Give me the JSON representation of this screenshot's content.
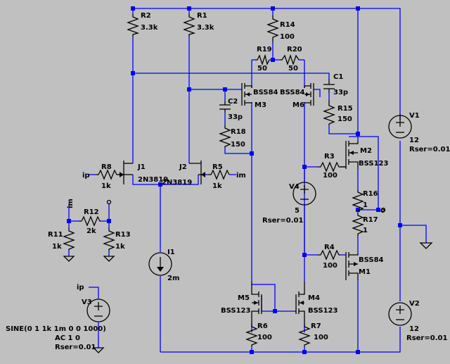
{
  "labels": {
    "r2": "R2",
    "r2_value": "3.3k",
    "r1": "R1",
    "r1_value": "3.3k",
    "r14": "R14",
    "r14_value": "100",
    "r19": "R19",
    "r19_value": "50",
    "r20": "R20",
    "r20_value": "50",
    "c1": "C1",
    "c1_value": "33p",
    "m3_model": "BSS84",
    "m3": "M3",
    "m6_model": "BSS84",
    "m6": "M6",
    "c2": "C2",
    "c2_value": "33p",
    "r15": "R15",
    "r15_value": "150",
    "r18": "R18",
    "r18_value": "150",
    "v1": "V1",
    "v1_value": "12",
    "v1_rser": "Rser=0.01",
    "m2": "M2",
    "m2_model": "BSS123",
    "r3": "R3",
    "r3_value": "100",
    "j1": "J1",
    "j1_model": "2N3819",
    "j2": "J2",
    "j2_model": "2N3819",
    "r8": "R8",
    "r8_value": "1k",
    "r5": "R5",
    "r5_value": "1k",
    "ip": "ip",
    "im": "im",
    "v4": "V4",
    "v4_value": "5",
    "v4_rser": "Rser=0.01",
    "r16": "R16",
    "r16_value": "1",
    "out": "o",
    "r17": "R17",
    "r17_value": "1",
    "im_node": "im",
    "r12": "R12",
    "r12_value": "2k",
    "r11": "R11",
    "r11_value": "1k",
    "r13": "R13",
    "r13_value": "1k",
    "i1": "I1",
    "i1_value": "2m",
    "r4": "R4",
    "r4_value": "100",
    "m1_model": "BSS84",
    "m1": "M1",
    "ip_v3": "ip",
    "m5": "M5",
    "m5_model": "BSS123",
    "m4": "M4",
    "m4_model": "BSS123",
    "v3": "V3",
    "v2": "V2",
    "v2_value": "12",
    "v2_rser": "Rser=0.01",
    "r6": "R6",
    "r6_value": "100",
    "r7": "R7",
    "r7_value": "100",
    "v3_sine": "SINE(0 1 1k 1m 0 0 1000)",
    "v3_ac": "AC 1 0",
    "v3_rser": "Rser=0.01"
  },
  "colors": {
    "background": "#c0c0c0",
    "wire": "#0000ff",
    "component": "#000000"
  }
}
